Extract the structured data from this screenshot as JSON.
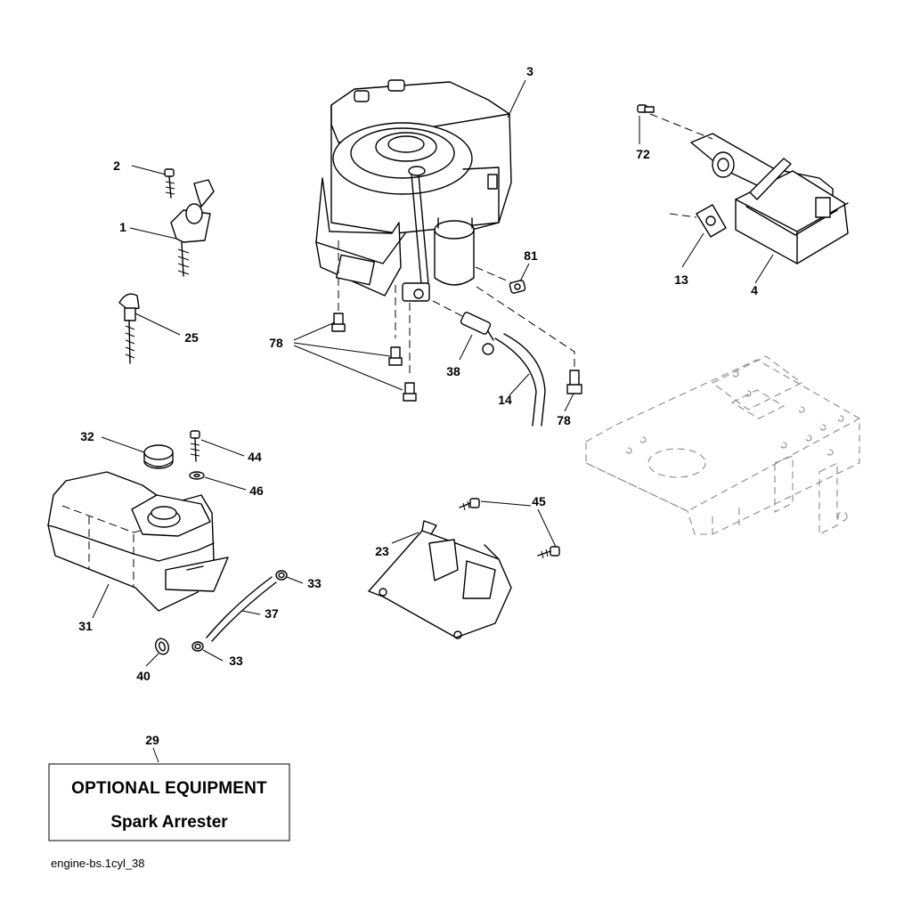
{
  "callouts": {
    "c1": "1",
    "c2": "2",
    "c3": "3",
    "c4": "4",
    "c13": "13",
    "c14": "14",
    "c23": "23",
    "c25": "25",
    "c29": "29",
    "c31": "31",
    "c32": "32",
    "c33a": "33",
    "c33b": "33",
    "c37": "37",
    "c38": "38",
    "c40": "40",
    "c44": "44",
    "c45": "45",
    "c46": "46",
    "c72": "72",
    "c78a": "78",
    "c78b": "78",
    "c81": "81"
  },
  "optional_box": {
    "title": "OPTIONAL EQUIPMENT",
    "subtitle": "Spark Arrester"
  },
  "caption": "engine-bs.1cyl_38"
}
